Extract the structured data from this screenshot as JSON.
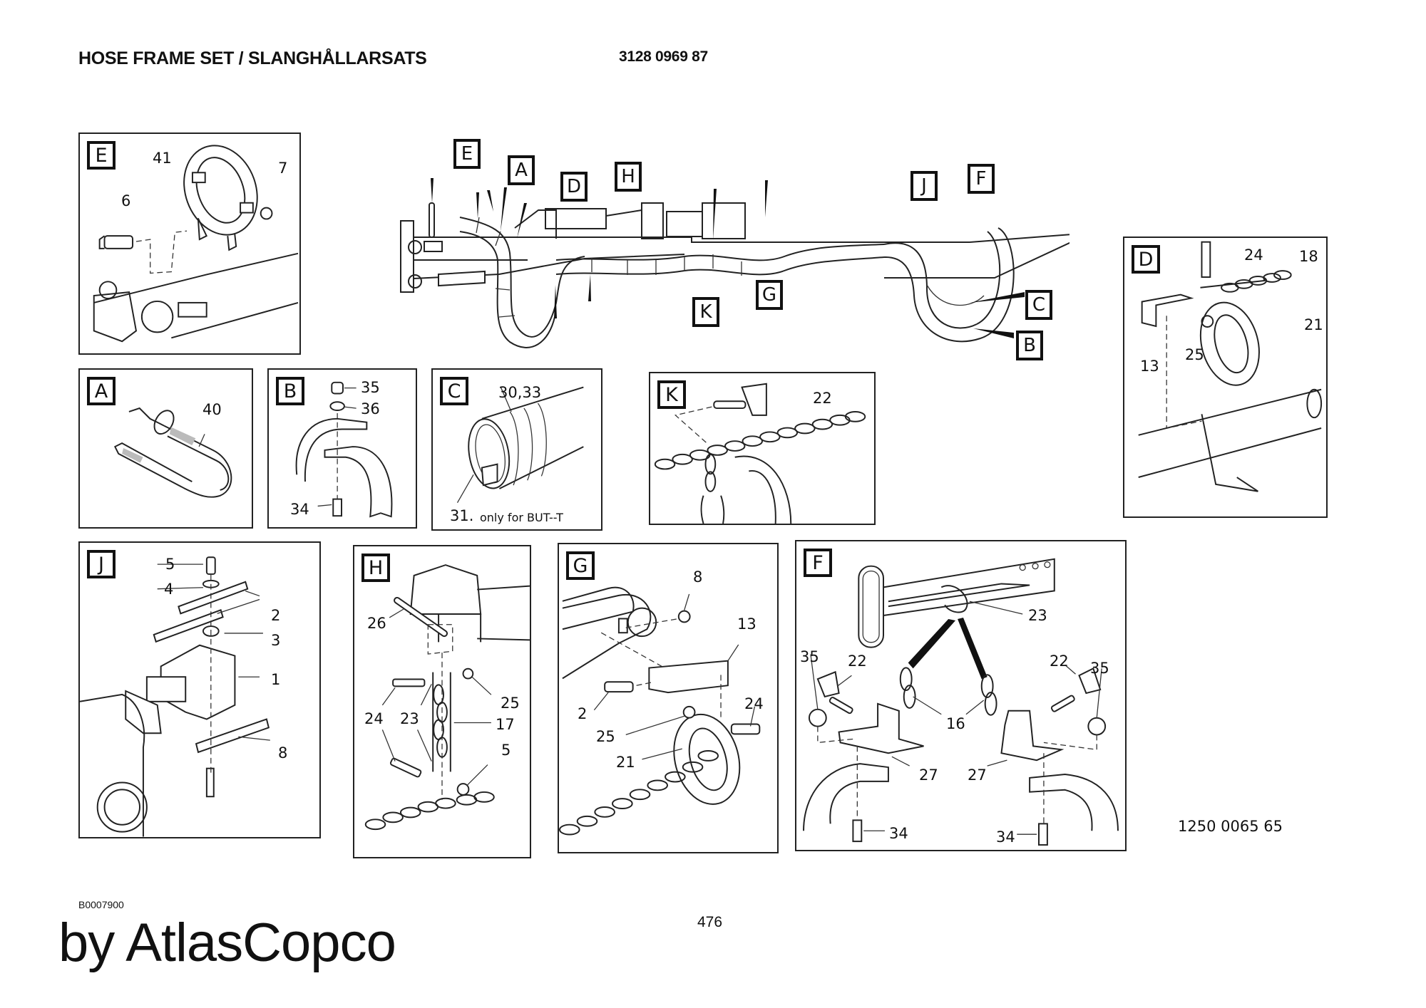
{
  "header": {
    "title": "HOSE FRAME SET / SLANGHÅLLARSATS",
    "part_number": "3128 0969 87"
  },
  "overview": {
    "labels": [
      "E",
      "A",
      "D",
      "H",
      "J",
      "F",
      "K",
      "G",
      "C",
      "B"
    ]
  },
  "panels": {
    "E": {
      "letter": "E",
      "callouts": [
        "41",
        "7",
        "6"
      ]
    },
    "A": {
      "letter": "A",
      "callouts": [
        "40"
      ]
    },
    "B": {
      "letter": "B",
      "callouts": [
        "35",
        "36",
        "34"
      ]
    },
    "C": {
      "letter": "C",
      "callouts": [
        "30,33",
        "31."
      ],
      "note": "only for BUT--T"
    },
    "K": {
      "letter": "K",
      "callouts": [
        "22"
      ]
    },
    "D": {
      "letter": "D",
      "callouts": [
        "24",
        "18",
        "21",
        "13",
        "25"
      ]
    },
    "J": {
      "letter": "J",
      "callouts": [
        "5",
        "4",
        "2",
        "3",
        "1",
        "8"
      ]
    },
    "H": {
      "letter": "H",
      "callouts": [
        "26",
        "25",
        "24",
        "23",
        "17",
        "5"
      ]
    },
    "G": {
      "letter": "G",
      "callouts": [
        "8",
        "13",
        "2",
        "24",
        "25",
        "21"
      ]
    },
    "F": {
      "letter": "F",
      "callouts": [
        "23",
        "35",
        "22",
        "22",
        "35",
        "16",
        "27",
        "27",
        "34",
        "34"
      ]
    }
  },
  "drawing_number": "1250 0065 65",
  "footer": {
    "doc_code": "B0007900",
    "page_number": "476",
    "brand": "by AtlasCopco"
  }
}
